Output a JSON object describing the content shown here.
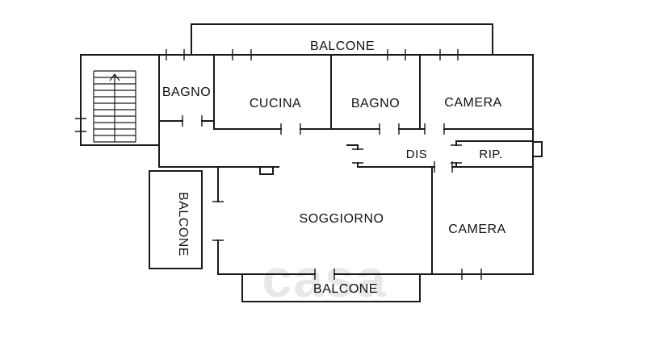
{
  "floorplan": {
    "labels": {
      "balcone_top": "BALCONE",
      "bagno_1": "BAGNO",
      "cucina": "CUCINA",
      "bagno_2": "BAGNO",
      "camera_1": "CAMERA",
      "dis": "DIS",
      "rip": "RIP.",
      "balcone_left": "BALCONE",
      "soggiorno": "SOGGIORNO",
      "camera_2": "CAMERA",
      "balcone_bottom": "BALCONE"
    },
    "watermark": "casa",
    "colors": {
      "wall": "#1a1a1a",
      "background": "#ffffff",
      "watermark": "#e4e4e4"
    }
  }
}
